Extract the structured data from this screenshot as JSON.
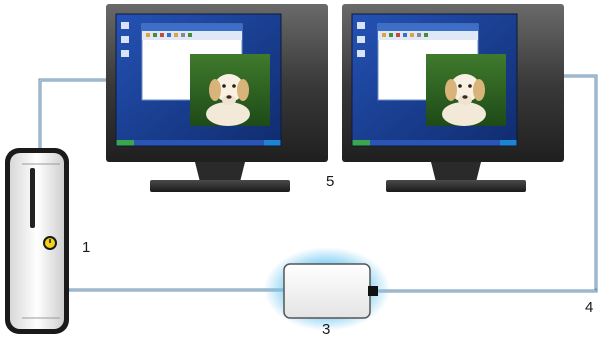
{
  "callouts": {
    "computer": "1",
    "device": "3",
    "cable": "4",
    "monitors": "5"
  },
  "screen": {
    "desktop_color": "#1a3d8f",
    "window_color": "#ffffff",
    "photo_subject": "puppy"
  },
  "colors": {
    "cable": "#8fb1c9",
    "device_glow": "#6ec6f0",
    "bezel": "#3a3a3a"
  }
}
